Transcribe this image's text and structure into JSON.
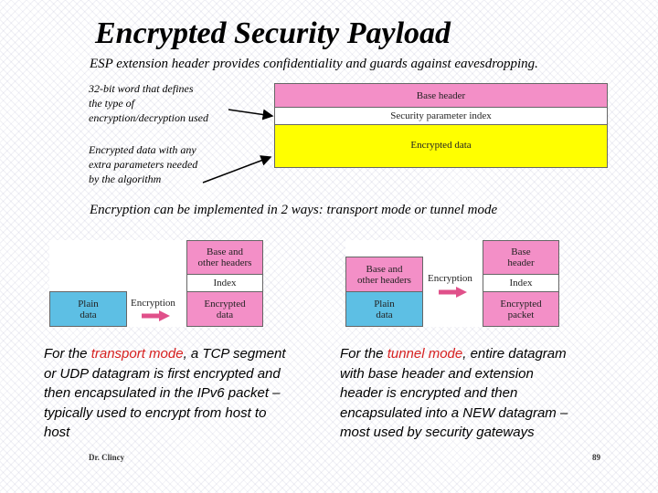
{
  "slide": {
    "title": "Encrypted Security Payload",
    "subtitle": "ESP extension header provides confidentiality and guards against eavesdropping.",
    "note_word": "32-bit word that defines the type of encryption/decryption used",
    "note_word_lines": [
      "32-bit word that defines",
      "the type of",
      "encryption/decryption used"
    ],
    "note_data_lines": [
      "Encrypted data with any",
      "extra parameters needed",
      "by the algorithm"
    ],
    "packet": {
      "base_header": "Base header",
      "spi": "Security parameter index",
      "encrypted_data": "Encrypted data"
    },
    "ways_text": "Encryption can be implemented in 2 ways: transport mode or tunnel mode",
    "transport_diagram": {
      "base_line1": "Base and",
      "base_line2": "other headers",
      "index": "Index",
      "plain_line1": "Plain",
      "plain_line2": "data",
      "encryption": "Encryption",
      "enc_line1": "Encrypted",
      "enc_line2": "data"
    },
    "tunnel_diagram": {
      "left_line1": "Base and",
      "left_line2": "other headers",
      "plain_line1": "Plain",
      "plain_line2": "data",
      "encryption": "Encryption",
      "base_line1": "Base",
      "base_line2": "header",
      "index": "Index",
      "enc_line1": "Encrypted",
      "enc_line2": "packet"
    },
    "transport_para": {
      "pre": "For the ",
      "highlight": "transport mode",
      "post": ", a TCP segment or UDP datagram is first encrypted and then encapsulated in the IPv6 packet – typically used to encrypt from host to host"
    },
    "tunnel_para": {
      "pre": "For the ",
      "highlight": "tunnel mode",
      "post": ", entire datagram with base header and extension header is encrypted and then encapsulated into a NEW datagram – most used by security gateways"
    },
    "footer_author": "Dr. Clincy",
    "page_number": "89",
    "colors": {
      "pink": "#f38fc7",
      "yellow": "#ffff00",
      "blue": "#5dbfe4",
      "highlight_red": "#d62020"
    }
  }
}
